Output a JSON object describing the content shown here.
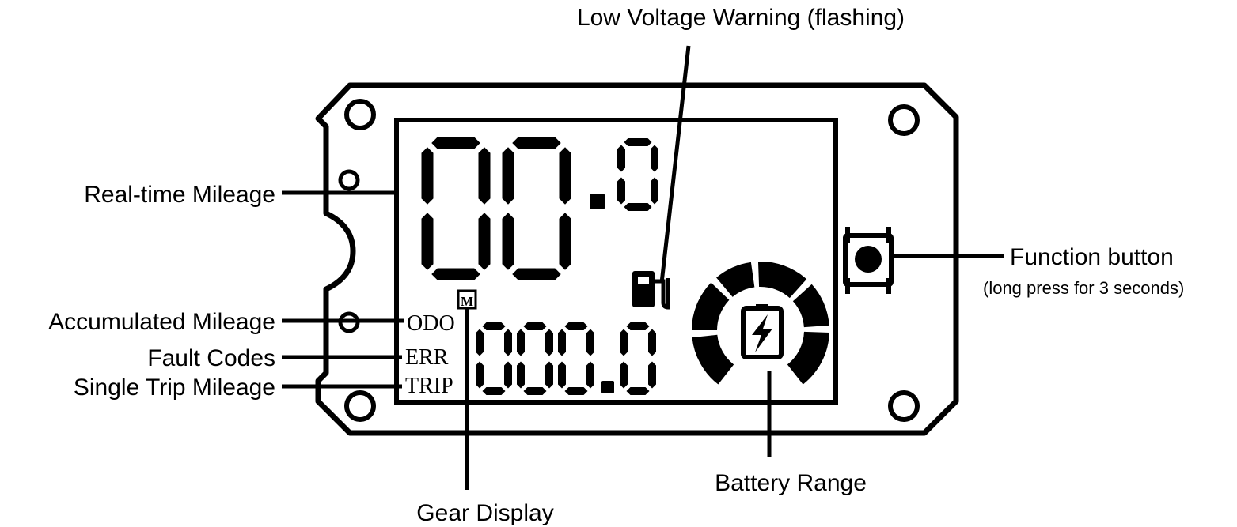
{
  "labels": {
    "low_voltage": "Low Voltage Warning (flashing)",
    "realtime_mileage": "Real-time Mileage",
    "accumulated_mileage": "Accumulated Mileage",
    "fault_codes": "Fault Codes",
    "single_trip": "Single Trip Mileage",
    "gear_display": "Gear Display",
    "battery_range": "Battery Range",
    "function_button": "Function button",
    "function_button_note": "(long press for 3 seconds)"
  },
  "display": {
    "speed_digits": "00",
    "speed_decimal": "0",
    "mode_odo": "ODO",
    "mode_err": "ERR",
    "mode_trip": "TRIP",
    "gear": "M",
    "mileage_digits": "000",
    "mileage_decimal": "0"
  },
  "icons": {
    "low_voltage": "fuel-pump-icon",
    "battery": "battery-charging-icon",
    "button": "round-push-button-icon"
  },
  "colors": {
    "ink": "#000000",
    "background": "#ffffff"
  }
}
